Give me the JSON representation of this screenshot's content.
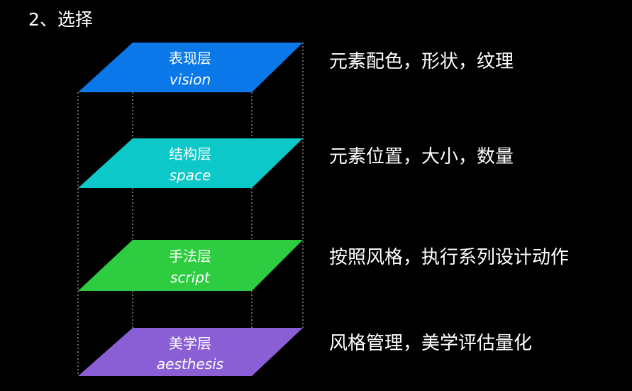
{
  "slide": {
    "title": "2、选择",
    "background_color": "#000000",
    "text_color": "#ffffff",
    "guide_color": "#c8c8c8"
  },
  "layers": [
    {
      "name": "表现层",
      "subtitle": "vision",
      "description": "元素配色，形状，纹理",
      "color": "#0a78e8"
    },
    {
      "name": "结构层",
      "subtitle": "space",
      "description": "元素位置，大小，数量",
      "color": "#0dc8c8"
    },
    {
      "name": "手法层",
      "subtitle": "script",
      "description": "按照风格，执行系列设计动作",
      "color": "#2ecc40"
    },
    {
      "name": "美学层",
      "subtitle": "aesthesis",
      "description": "风格管理，美学评估量化",
      "color": "#8a5fd6"
    }
  ]
}
